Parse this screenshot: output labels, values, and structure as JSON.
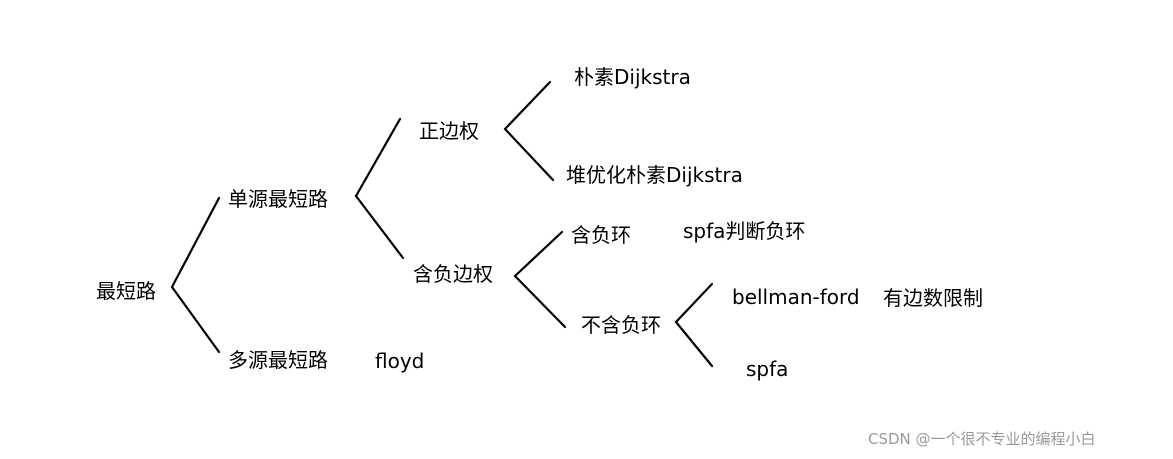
{
  "nodes": {
    "root": "最短路",
    "single_source": "单源最短路",
    "multi_source": "多源最短路",
    "floyd": "floyd",
    "positive_weight": "正边权",
    "negative_weight": "含负边权",
    "naive_dijkstra": "朴素Dijkstra",
    "heap_dijkstra": "堆优化朴素Dijkstra",
    "has_negative_cycle": "含负环",
    "spfa_detect": "spfa判断负环",
    "no_negative_cycle": "不含负环",
    "bellman_ford": "bellman-ford",
    "bellman_ford_note": "有边数限制",
    "spfa": "spfa"
  },
  "watermark": "CSDN @一个很不专业的编程小白"
}
